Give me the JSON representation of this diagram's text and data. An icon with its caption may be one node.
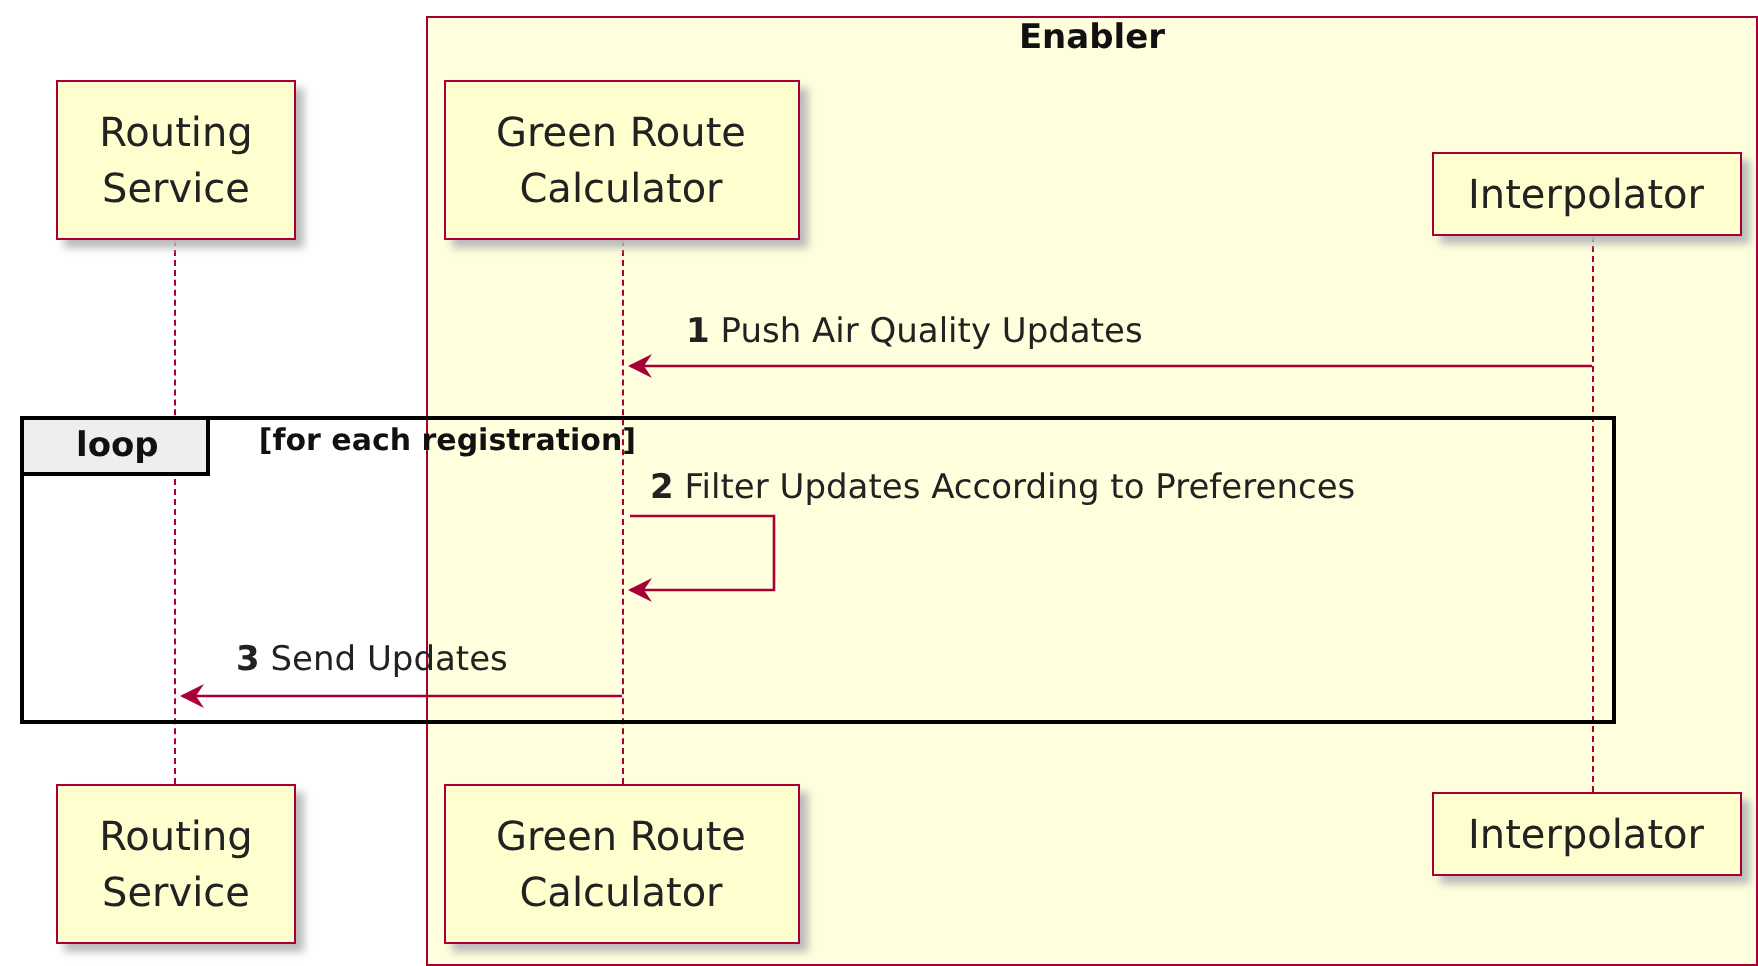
{
  "diagram": {
    "nodes": [
      {
        "text": [
          "Enabler"
        ]
      },
      {
        "text": [
          "Routing Service"
        ]
      },
      {
        "text": [
          "Green Route Calculator"
        ],
        "in": 0
      },
      {
        "text": [
          "Interpolator"
        ],
        "in": 0
      },
      {
        "text": [
          "loop",
          "[for each registration]"
        ]
      },
      {
        "text": [
          "Routing Service"
        ]
      },
      {
        "text": [
          "Green Route Calculator"
        ],
        "in": 0
      },
      {
        "text": [
          "Interpolator"
        ],
        "in": 0
      },
      {
        "text": [],
        "shape": "line"
      },
      {
        "text": [],
        "shape": "line",
        "in": 0
      },
      {
        "text": [],
        "shape": "line",
        "in": 0
      }
    ],
    "edges": [
      {
        "from": 10,
        "to": 9,
        "arrow": "to",
        "label": "**1** Push Air Quality Updates"
      },
      {
        "from": 9,
        "to": 9,
        "arrow": "to",
        "label": "**2** Filter Updates According to Preferences"
      },
      {
        "from": 9,
        "to": 8,
        "arrow": "to",
        "label": "**3** Send Updates"
      }
    ]
  }
}
